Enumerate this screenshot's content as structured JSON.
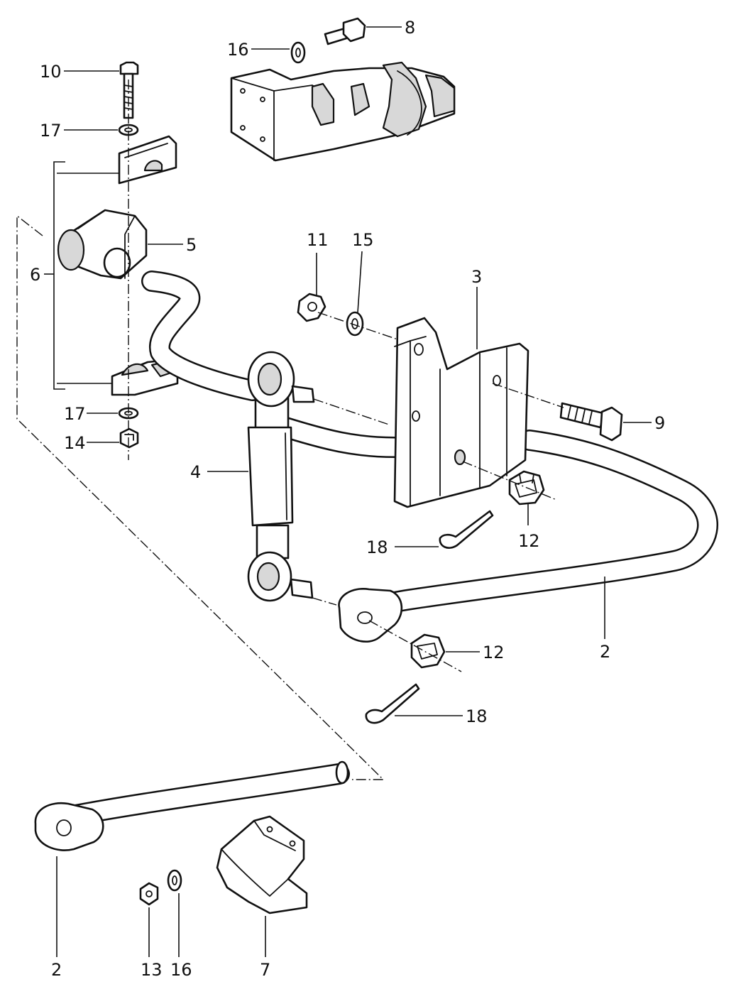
{
  "callouts": [
    {
      "id": "c-8",
      "text": "8"
    },
    {
      "id": "c-16-top",
      "text": "16"
    },
    {
      "id": "c-10",
      "text": "10"
    },
    {
      "id": "c-17-upper",
      "text": "17"
    },
    {
      "id": "c-5",
      "text": "5"
    },
    {
      "id": "c-6",
      "text": "6"
    },
    {
      "id": "c-11",
      "text": "11"
    },
    {
      "id": "c-15",
      "text": "15"
    },
    {
      "id": "c-3",
      "text": "3"
    },
    {
      "id": "c-9",
      "text": "9"
    },
    {
      "id": "c-17-lower",
      "text": "17"
    },
    {
      "id": "c-14",
      "text": "14"
    },
    {
      "id": "c-4",
      "text": "4"
    },
    {
      "id": "c-12-upper",
      "text": "12"
    },
    {
      "id": "c-18-upper",
      "text": "18"
    },
    {
      "id": "c-12-lower",
      "text": "12"
    },
    {
      "id": "c-2-right",
      "text": "2"
    },
    {
      "id": "c-18-lower",
      "text": "18"
    },
    {
      "id": "c-2-bottom",
      "text": "2"
    },
    {
      "id": "c-13",
      "text": "13"
    },
    {
      "id": "c-16-bottom",
      "text": "16"
    },
    {
      "id": "c-7",
      "text": "7"
    }
  ]
}
